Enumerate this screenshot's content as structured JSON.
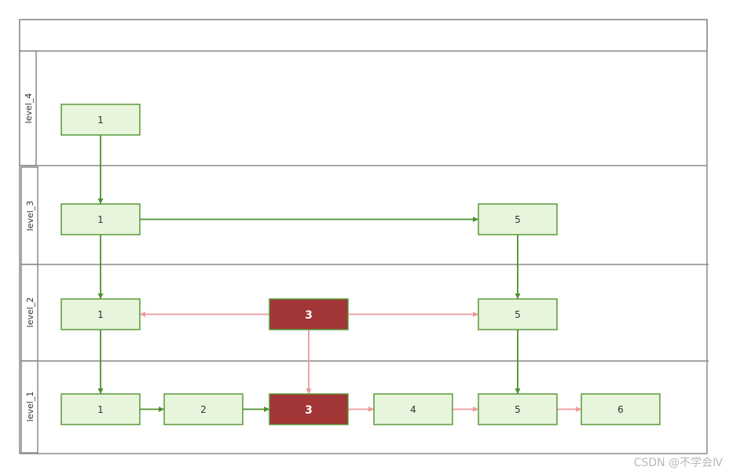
{
  "lanes": [
    {
      "id": "lane4",
      "label": "level_4"
    },
    {
      "id": "lane3",
      "label": "level_3"
    },
    {
      "id": "lane2",
      "label": "level_2"
    },
    {
      "id": "lane1",
      "label": "level_1"
    }
  ],
  "nodes": [
    {
      "id": "l4n1",
      "label": "1",
      "highlight": false
    },
    {
      "id": "l3n1",
      "label": "1",
      "highlight": false
    },
    {
      "id": "l3n5",
      "label": "5",
      "highlight": false
    },
    {
      "id": "l2n1",
      "label": "1",
      "highlight": false
    },
    {
      "id": "l2n3",
      "label": "3",
      "highlight": true
    },
    {
      "id": "l2n5",
      "label": "5",
      "highlight": false
    },
    {
      "id": "l1n1",
      "label": "1",
      "highlight": false
    },
    {
      "id": "l1n2",
      "label": "2",
      "highlight": false
    },
    {
      "id": "l1n3",
      "label": "3",
      "highlight": true
    },
    {
      "id": "l1n4",
      "label": "4",
      "highlight": false
    },
    {
      "id": "l1n5",
      "label": "5",
      "highlight": false
    },
    {
      "id": "l1n6",
      "label": "6",
      "highlight": false
    }
  ],
  "edges": [
    {
      "from": "l4n1",
      "to": "l3n1",
      "style": "normal"
    },
    {
      "from": "l3n1",
      "to": "l2n1",
      "style": "normal"
    },
    {
      "from": "l2n1",
      "to": "l1n1",
      "style": "normal"
    },
    {
      "from": "l3n1",
      "to": "l3n5",
      "style": "normal"
    },
    {
      "from": "l3n5",
      "to": "l2n5",
      "style": "normal"
    },
    {
      "from": "l2n5",
      "to": "l1n5",
      "style": "normal"
    },
    {
      "from": "l1n1",
      "to": "l1n2",
      "style": "normal"
    },
    {
      "from": "l1n2",
      "to": "l1n3",
      "style": "normal"
    },
    {
      "from": "l2n3",
      "to": "l2n1",
      "style": "search"
    },
    {
      "from": "l2n3",
      "to": "l2n5",
      "style": "search"
    },
    {
      "from": "l2n3",
      "to": "l1n3",
      "style": "search"
    },
    {
      "from": "l1n3",
      "to": "l1n4",
      "style": "search"
    },
    {
      "from": "l1n4",
      "to": "l1n5",
      "style": "search"
    },
    {
      "from": "l1n5",
      "to": "l1n6",
      "style": "search"
    }
  ],
  "colors": {
    "node_fill": "#e6f5db",
    "node_stroke": "#5a9a3a",
    "highlight_fill": "#a23535",
    "highlight_stroke": "#5a9a3a",
    "edge_normal": "#4f8f2f",
    "edge_search": "#ee9999",
    "lane_border": "#8a8a8a"
  },
  "watermark": "CSDN @不学会Ⅳ"
}
